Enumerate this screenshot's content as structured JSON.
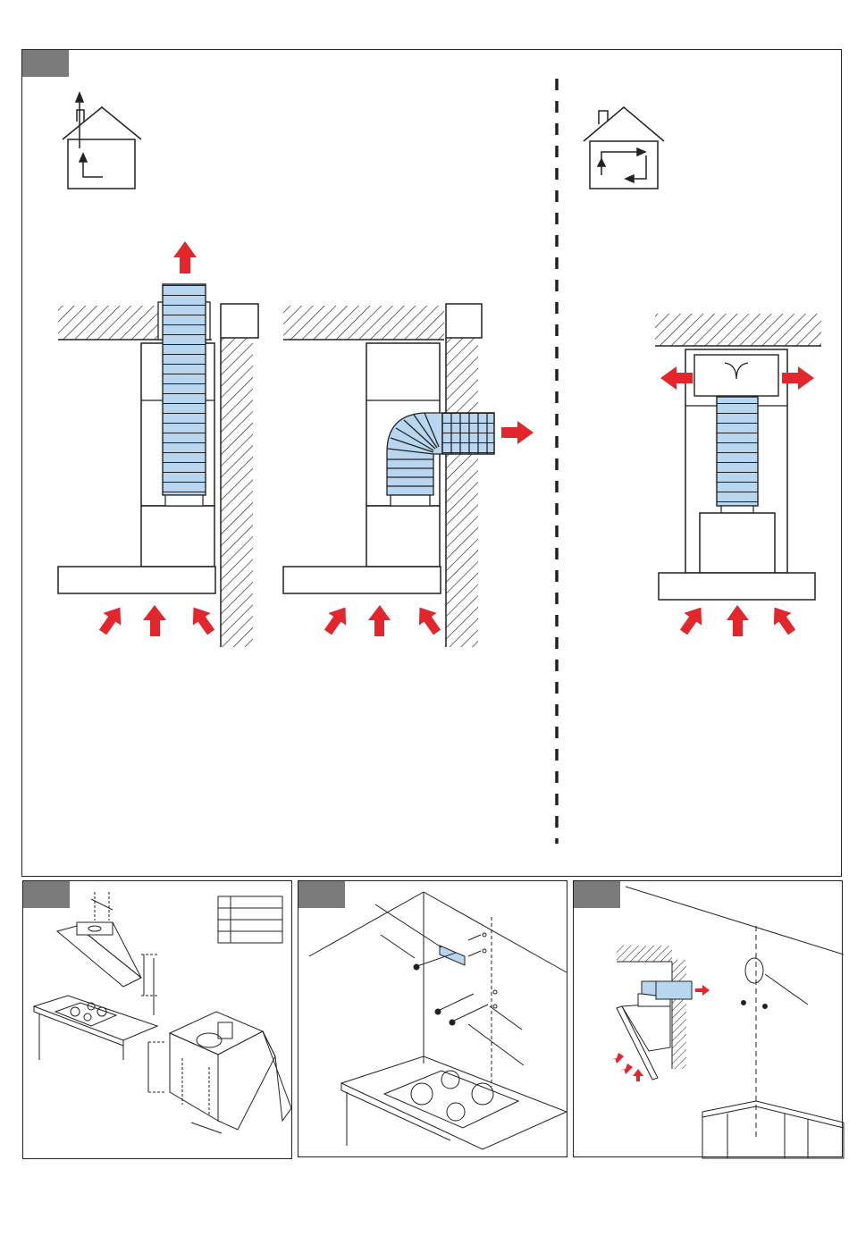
{
  "document": {
    "main_panel": {
      "step_tab": "",
      "left_mode": {
        "icon": "house-ducted-outside-icon"
      },
      "right_mode": {
        "icon": "house-recirculation-icon"
      },
      "figures": [
        {
          "id": "vertical-ducted",
          "label": ""
        },
        {
          "id": "elbow-ducted",
          "label": ""
        },
        {
          "id": "recirculation",
          "label": ""
        }
      ]
    },
    "sub_panels": [
      {
        "id": "measurement",
        "step_tab": ""
      },
      {
        "id": "wall-fixing",
        "step_tab": ""
      },
      {
        "id": "duct-connection",
        "step_tab": ""
      }
    ],
    "colors": {
      "duct_fill": "#b8d6f0",
      "airflow_arrow": "#e3262b",
      "tab_grey": "#7b7b7b",
      "line": "#222222"
    }
  }
}
